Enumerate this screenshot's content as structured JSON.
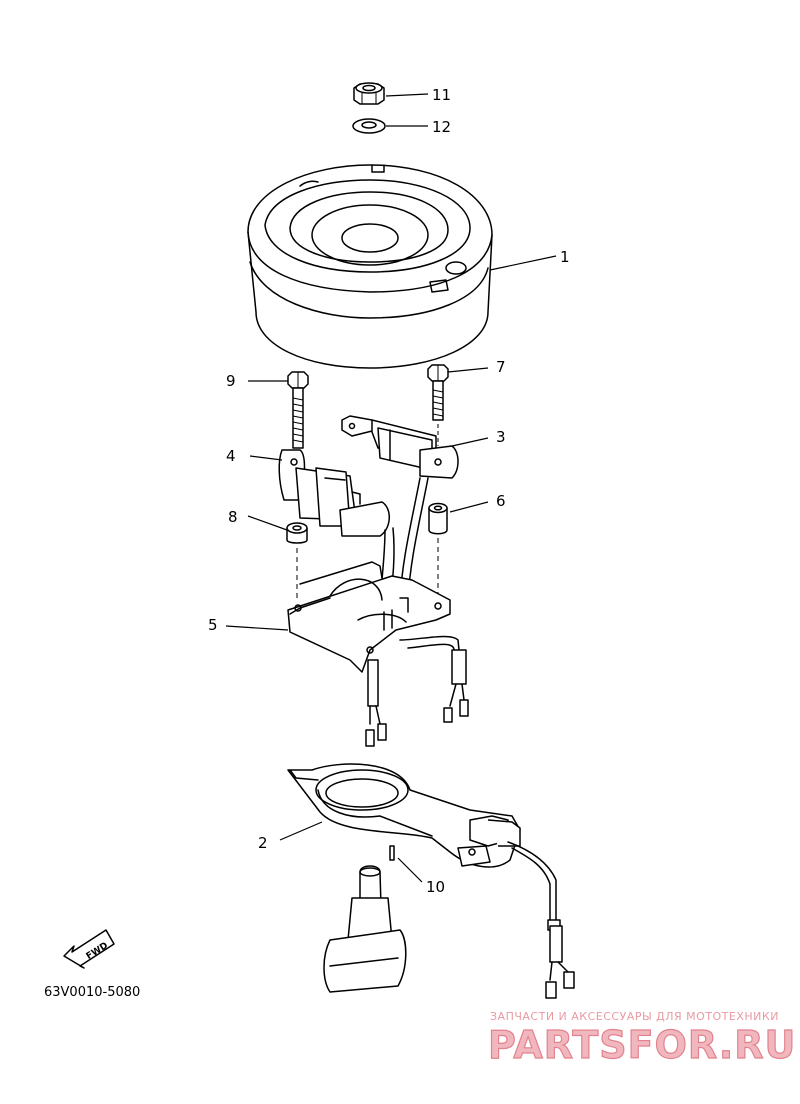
{
  "diagram": {
    "part_code": "63V0010-5080",
    "direction_label": "FWD",
    "callouts": {
      "c1": "1",
      "c2": "2",
      "c3": "3",
      "c4": "4",
      "c5": "5",
      "c6": "6",
      "c7": "7",
      "c8": "8",
      "c9": "9",
      "c10": "10",
      "c11": "11",
      "c12": "12"
    }
  },
  "watermark": {
    "tagline": "ЗАПЧАСТИ И АКСЕССУАРЫ ДЛЯ МОТОТЕХНИКИ",
    "brand": "PARTSFOR.RU",
    "color": "#e3828e"
  }
}
